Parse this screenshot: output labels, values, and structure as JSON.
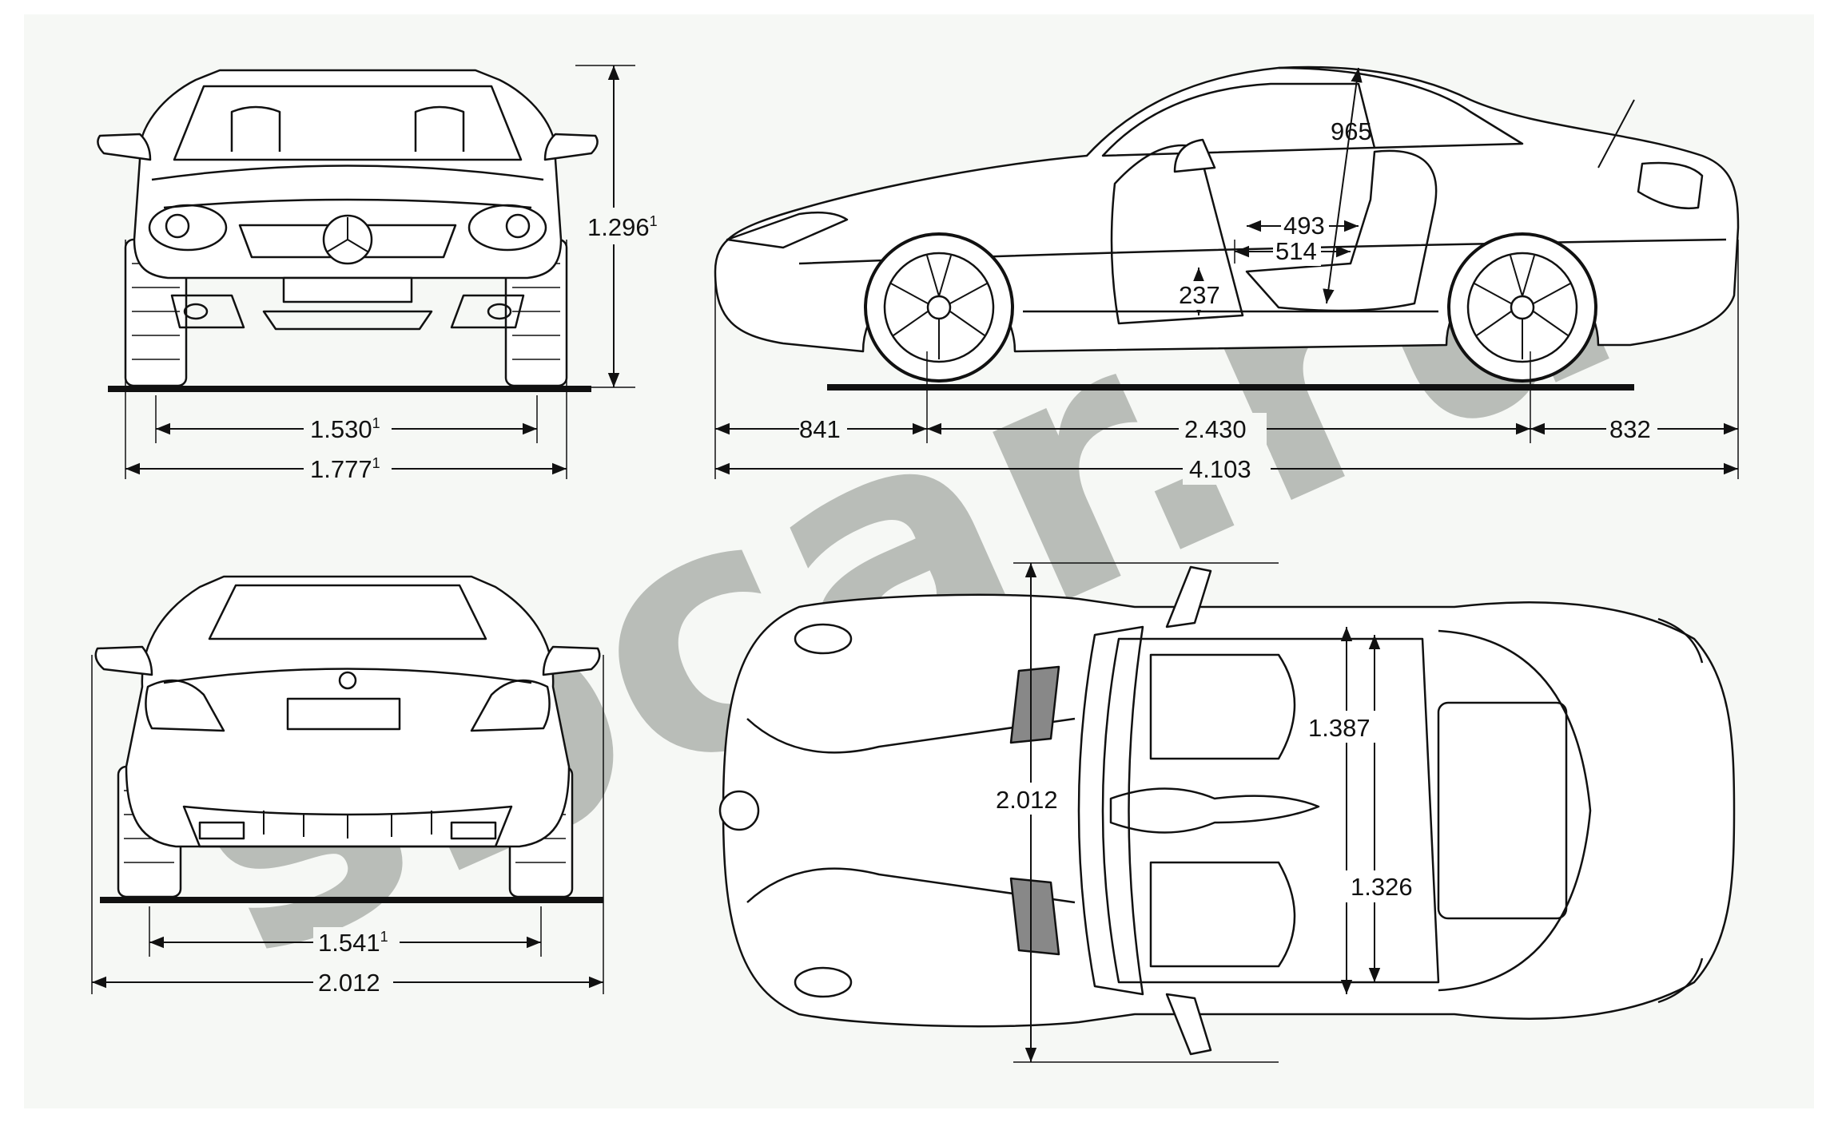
{
  "watermark": {
    "text": "sbcar.ru",
    "color": "#b9bdb8"
  },
  "colors": {
    "line": "#111111",
    "page": "#ffffff",
    "panel": "#f6f8f5"
  },
  "views": {
    "front": {
      "height": {
        "value": "1.296",
        "note": "1"
      },
      "track": {
        "value": "1.530",
        "note": "1"
      },
      "width": {
        "value": "1.777",
        "note": "1"
      }
    },
    "side": {
      "front_overhang": "841",
      "wheelbase": "2.430",
      "rear_overhang": "832",
      "length": "4.103",
      "headroom": "965",
      "seat_a": "493",
      "seat_b": "514",
      "seat_height": "237"
    },
    "rear": {
      "track": {
        "value": "1.541",
        "note": "1"
      },
      "width_mirrors": "2.012"
    },
    "top": {
      "width_mirrors": "2.012",
      "interior_width_1": "1.387",
      "interior_width_2": "1.326"
    }
  }
}
